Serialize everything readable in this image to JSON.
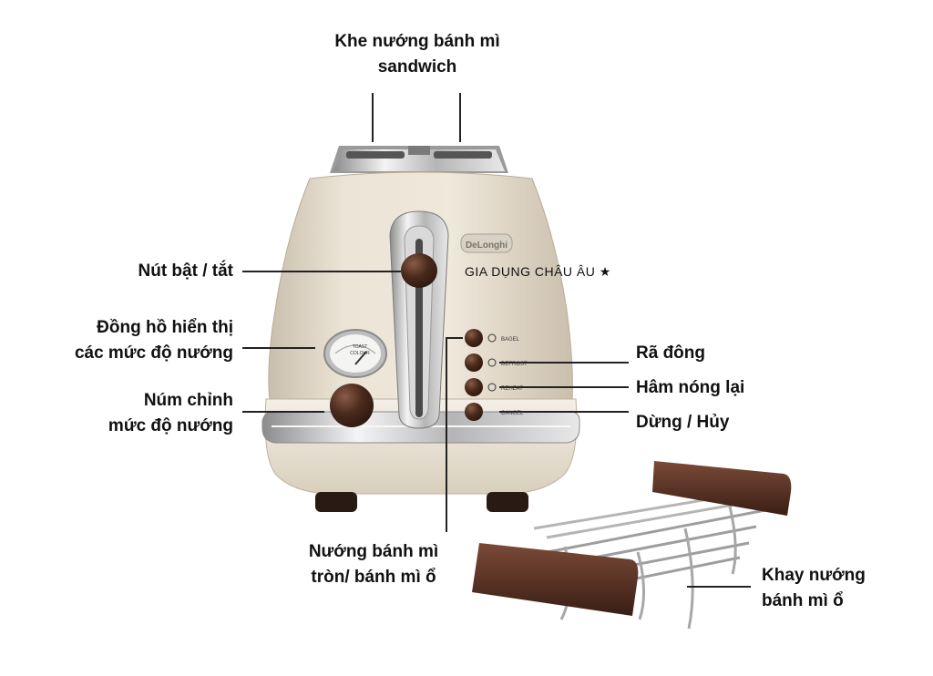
{
  "labels": {
    "top_slot": [
      "Khe nướng bánh mì",
      "sandwich"
    ],
    "power_lever": "Nút bật / tắt",
    "gauge": [
      "Đồng hồ hiển thị",
      "các mức độ nướng"
    ],
    "knob": [
      "Núm chỉnh",
      "mức độ nướng"
    ],
    "defrost": "Rã đông",
    "reheat": "Hâm nóng lại",
    "cancel": "Dừng / Hủy",
    "bagel": [
      "Nướng bánh mì",
      "tròn/ bánh mì ổ"
    ],
    "rack": [
      "Khay nướng",
      "bánh mì ổ"
    ]
  },
  "panel_buttons": [
    "BAGEL",
    "DEFROST",
    "REHEAT",
    "CANCEL"
  ],
  "brand_logo": "DeLonghi",
  "gauge_text": [
    "TOAST",
    "COLOUR"
  ],
  "watermark": "GIA DỤNG CHÂU ÂU",
  "colors": {
    "body": "#e6dccb",
    "chrome": "#c9c9c9",
    "knob": "#4a2a1c",
    "rack_handle": "#5a3426"
  }
}
